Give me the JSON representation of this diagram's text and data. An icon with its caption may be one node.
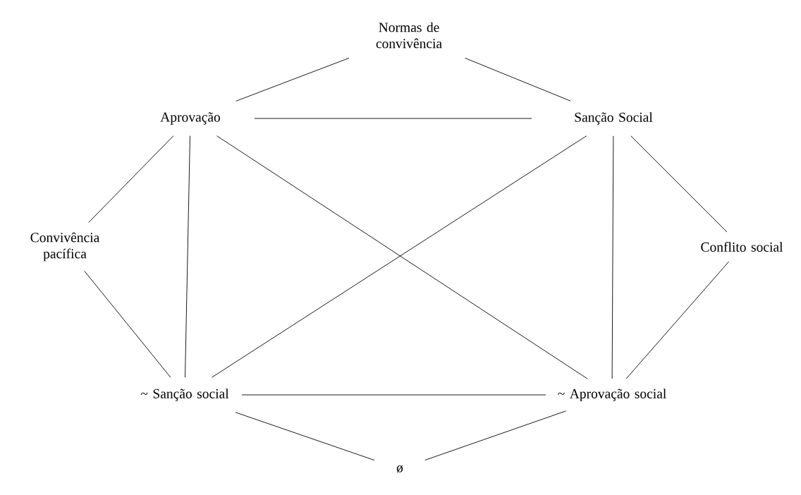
{
  "diagram": {
    "nodes": [
      {
        "text": [
          "Normas de convivência"
        ]
      },
      {
        "text": [
          "Aprovação"
        ]
      },
      {
        "text": [
          "Sanção Social"
        ]
      },
      {
        "text": [
          "Convivência pacífica"
        ]
      },
      {
        "text": [
          "Conflito social"
        ]
      },
      {
        "text": [
          "~ Sanção social"
        ]
      },
      {
        "text": [
          "~ Aprovação social"
        ]
      },
      {
        "text": [
          "ø"
        ]
      }
    ],
    "edges": [
      {
        "from": 0,
        "to": 1,
        "arrow": "none"
      },
      {
        "from": 0,
        "to": 2,
        "arrow": "none"
      },
      {
        "from": 1,
        "to": 2,
        "arrow": "none"
      },
      {
        "from": 1,
        "to": 3,
        "arrow": "none"
      },
      {
        "from": 2,
        "to": 4,
        "arrow": "none"
      },
      {
        "from": 1,
        "to": 5,
        "arrow": "none"
      },
      {
        "from": 1,
        "to": 6,
        "arrow": "none"
      },
      {
        "from": 2,
        "to": 5,
        "arrow": "none"
      },
      {
        "from": 2,
        "to": 6,
        "arrow": "none"
      },
      {
        "from": 3,
        "to": 5,
        "arrow": "none"
      },
      {
        "from": 4,
        "to": 6,
        "arrow": "none"
      },
      {
        "from": 5,
        "to": 6,
        "arrow": "none"
      },
      {
        "from": 5,
        "to": 7,
        "arrow": "none"
      },
      {
        "from": 6,
        "to": 7,
        "arrow": "none"
      }
    ]
  }
}
